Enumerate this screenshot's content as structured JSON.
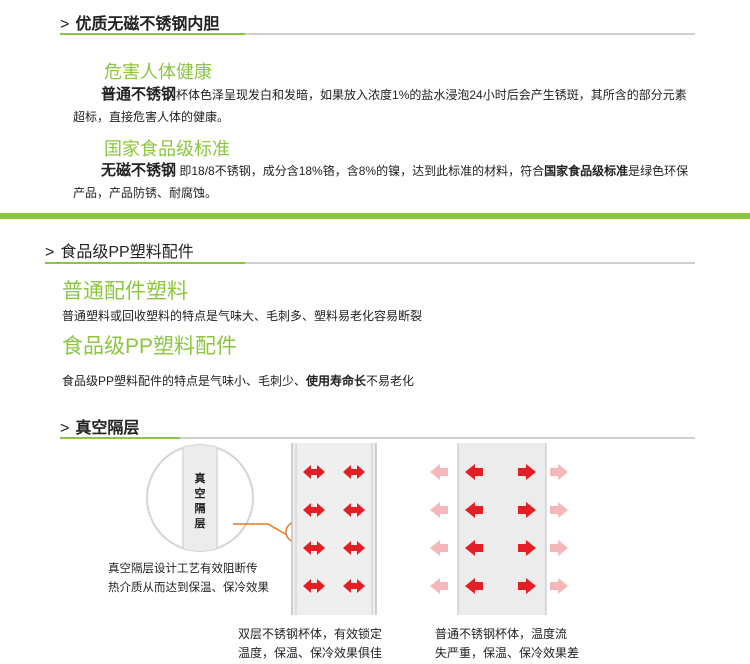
{
  "colors": {
    "accent": "#8cc63f",
    "arrow_strong": "#e31e24",
    "arrow_faded": "#f4b8bb",
    "callout": "#e87722"
  },
  "section1": {
    "title": "优质无磁不锈钢内胆",
    "h1": "危害人体健康",
    "p1_bold": "普通不锈钢",
    "p1_text": "杯体色泽呈现发白和发暗，如果放入浓度1%的盐水浸泡24小时后会产生锈斑，其所含的部分元素超标，直接危害人体的健康。",
    "h2": "国家食品级标准",
    "p2_bold": "无磁不锈钢",
    "p2_text": " 即18/8不锈钢，成分含18%铬，含8%的镍，达到此标准的材料，符合",
    "p2_bold2": "国家食品级标准",
    "p2_text2": "是绿色环保产品，产品防锈、耐腐蚀。"
  },
  "section2": {
    "title": "食品级PP塑料配件",
    "h1": "普通配件塑料",
    "p1": "普通塑料或回收塑料的特点是气味大、毛刺多、塑料易老化容易断裂",
    "h2": "食品级PP塑料配件",
    "p2_text": "食品级PP塑料配件的特点是气味小、毛刺少、",
    "p2_bold": "使用寿命长",
    "p2_text2": "不易老化"
  },
  "section3": {
    "title": "真空隔层",
    "label_chars": [
      "真",
      "空",
      "隔",
      "层"
    ],
    "callout_line1": "真空隔层设计工艺有效阻断传",
    "callout_line2": "热介质从而达到保温、保冷效果",
    "caption_left_1": "双层不锈钢杯体，有效锁定",
    "caption_left_2": "温度，保温、保冷效果俱佳",
    "caption_right_1": "普通不锈钢杯体，温度流",
    "caption_right_2": "失严重，保温、保冷效果差"
  }
}
